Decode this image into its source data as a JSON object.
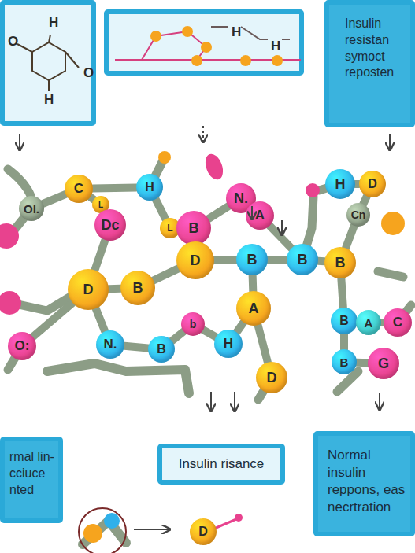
{
  "diagram": {
    "nodes": [
      {
        "text": [
          "H",
          "O",
          "O",
          "H"
        ]
      },
      {
        "text": [
          "H",
          "H"
        ]
      },
      {
        "text": [
          "Insulin resistan symoct reposten"
        ]
      },
      {
        "text": [
          "C"
        ]
      },
      {
        "text": [
          "H"
        ]
      },
      {
        "text": [
          "N."
        ]
      },
      {
        "text": [
          "H"
        ]
      },
      {
        "text": [
          "D"
        ]
      },
      {
        "text": [
          "L"
        ]
      },
      {
        "text": [
          "Ol."
        ]
      },
      {
        "text": [
          "A"
        ]
      },
      {
        "text": [
          "Cn"
        ]
      },
      {
        "text": [
          "Dc"
        ]
      },
      {
        "text": [
          "L"
        ]
      },
      {
        "text": [
          "B"
        ]
      },
      {
        "text": [
          "D"
        ]
      },
      {
        "text": [
          "B"
        ]
      },
      {
        "text": [
          "B"
        ]
      },
      {
        "text": [
          "B"
        ]
      },
      {
        "text": [
          "B"
        ]
      },
      {
        "text": [
          "D"
        ]
      },
      {
        "text": [
          "A"
        ]
      },
      {
        "text": [
          "B"
        ]
      },
      {
        "text": [
          "A"
        ]
      },
      {
        "text": [
          "C"
        ]
      },
      {
        "text": [
          "b"
        ]
      },
      {
        "text": [
          "O:"
        ]
      },
      {
        "text": [
          "N."
        ]
      },
      {
        "text": [
          "B"
        ]
      },
      {
        "text": [
          "H"
        ]
      },
      {
        "text": [
          "B"
        ]
      },
      {
        "text": [
          "G"
        ]
      },
      {
        "text": [
          "D"
        ]
      },
      {
        "text": [
          "rmal lin- cciuce nted"
        ]
      },
      {
        "text": [
          "Insulin risance"
        ]
      },
      {
        "text": [
          "Normal insulin reppons, eas necrtration"
        ]
      },
      {
        "text": [
          "D"
        ]
      }
    ],
    "edges": [
      {
        "from": 3,
        "to": 8,
        "arrow": "none"
      },
      {
        "from": 3,
        "to": 4,
        "arrow": "none"
      },
      {
        "from": 9,
        "to": 3,
        "arrow": "none"
      },
      {
        "from": 8,
        "to": 12,
        "arrow": "none"
      },
      {
        "from": 12,
        "to": 20,
        "arrow": "none"
      },
      {
        "from": 4,
        "to": 13,
        "arrow": "none"
      },
      {
        "from": 13,
        "to": 14,
        "arrow": "none"
      },
      {
        "from": 14,
        "to": 15,
        "arrow": "none"
      },
      {
        "from": 14,
        "to": 5,
        "arrow": "none"
      },
      {
        "from": 5,
        "to": 10,
        "arrow": "none"
      },
      {
        "from": 15,
        "to": 16,
        "arrow": "none"
      },
      {
        "from": 16,
        "to": 17,
        "arrow": "none"
      },
      {
        "from": 17,
        "to": 18,
        "arrow": "none"
      },
      {
        "from": 18,
        "to": 11,
        "arrow": "none"
      },
      {
        "from": 11,
        "to": 7,
        "arrow": "none"
      },
      {
        "from": 6,
        "to": 7,
        "arrow": "none"
      },
      {
        "from": 10,
        "to": 17,
        "arrow": "none"
      },
      {
        "from": 19,
        "to": 15,
        "arrow": "none"
      },
      {
        "from": 20,
        "to": 19,
        "arrow": "none"
      },
      {
        "from": 20,
        "to": 27,
        "arrow": "none"
      },
      {
        "from": 27,
        "to": 28,
        "arrow": "none"
      },
      {
        "from": 28,
        "to": 25,
        "arrow": "none"
      },
      {
        "from": 25,
        "to": 29,
        "arrow": "none"
      },
      {
        "from": 29,
        "to": 21,
        "arrow": "none"
      },
      {
        "from": 21,
        "to": 16,
        "arrow": "none"
      },
      {
        "from": 21,
        "to": 32,
        "arrow": "none"
      },
      {
        "from": 22,
        "to": 23,
        "arrow": "none"
      },
      {
        "from": 23,
        "to": 24,
        "arrow": "none"
      },
      {
        "from": 22,
        "to": 30,
        "arrow": "none"
      },
      {
        "from": 30,
        "to": 31,
        "arrow": "none"
      },
      {
        "from": 18,
        "to": 22,
        "arrow": "none"
      },
      {
        "from": 26,
        "to": 20,
        "arrow": "none"
      }
    ]
  }
}
